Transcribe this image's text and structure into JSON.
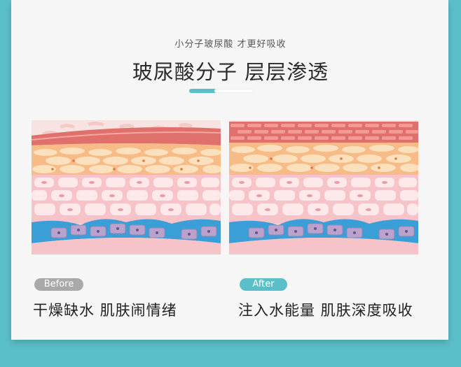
{
  "header": {
    "subtitle": "小分子玻尿酸 才更好吸收",
    "title": "玻尿酸分子 层层渗透"
  },
  "before": {
    "badge": "Before",
    "caption": "干燥缺水 肌肤闹情绪"
  },
  "after": {
    "badge": "After",
    "caption": "注入水能量 肌肤深度吸收"
  },
  "colors": {
    "background": "#5bbfca",
    "card": "#f6f6f6",
    "accent": "#5bbfca",
    "before_badge": "#a9a9a9",
    "skin_top": "#e06f6a",
    "skin_tan": "#f7c79a",
    "skin_pink": "#f6c3c8",
    "blue_cells": "#3a9fd6",
    "purple_cells": "#b9a3cc"
  }
}
